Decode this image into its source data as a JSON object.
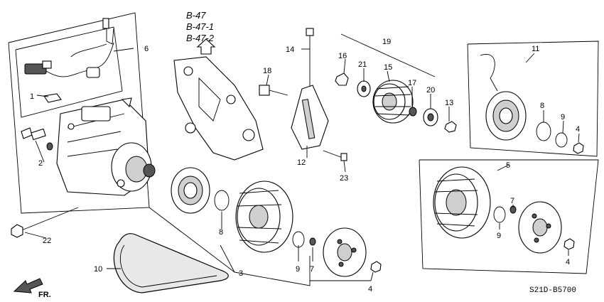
{
  "reference_labels": [
    "B-47",
    "B-47-1",
    "B-47-2"
  ],
  "diagram_code": "S21D-B5700",
  "front_label": "FR.",
  "callouts": [
    {
      "id": "c1",
      "text": "1"
    },
    {
      "id": "c2",
      "text": "2"
    },
    {
      "id": "c3",
      "text": "3"
    },
    {
      "id": "c4a",
      "text": "4"
    },
    {
      "id": "c4b",
      "text": "4"
    },
    {
      "id": "c4c",
      "text": "4"
    },
    {
      "id": "c5",
      "text": "5"
    },
    {
      "id": "c6",
      "text": "6"
    },
    {
      "id": "c7a",
      "text": "7"
    },
    {
      "id": "c7b",
      "text": "7"
    },
    {
      "id": "c8a",
      "text": "8"
    },
    {
      "id": "c8b",
      "text": "8"
    },
    {
      "id": "c9a",
      "text": "9"
    },
    {
      "id": "c9b",
      "text": "9"
    },
    {
      "id": "c9c",
      "text": "9"
    },
    {
      "id": "c10",
      "text": "10"
    },
    {
      "id": "c11",
      "text": "11"
    },
    {
      "id": "c12",
      "text": "12"
    },
    {
      "id": "c13",
      "text": "13"
    },
    {
      "id": "c14",
      "text": "14"
    },
    {
      "id": "c15",
      "text": "15"
    },
    {
      "id": "c16",
      "text": "16"
    },
    {
      "id": "c17",
      "text": "17"
    },
    {
      "id": "c18",
      "text": "18"
    },
    {
      "id": "c19",
      "text": "19"
    },
    {
      "id": "c20",
      "text": "20"
    },
    {
      "id": "c21",
      "text": "21"
    },
    {
      "id": "c22",
      "text": "22"
    },
    {
      "id": "c23",
      "text": "23"
    }
  ]
}
